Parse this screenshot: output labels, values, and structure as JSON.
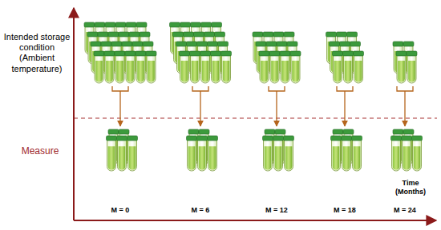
{
  "diagram": {
    "labels": [
      "Intended storage condition (Ambient temperature)",
      "Measure",
      "M = 0",
      "M = 6",
      "M = 12",
      "M = 18",
      "M = 24",
      "Time (Months)"
    ]
  }
}
